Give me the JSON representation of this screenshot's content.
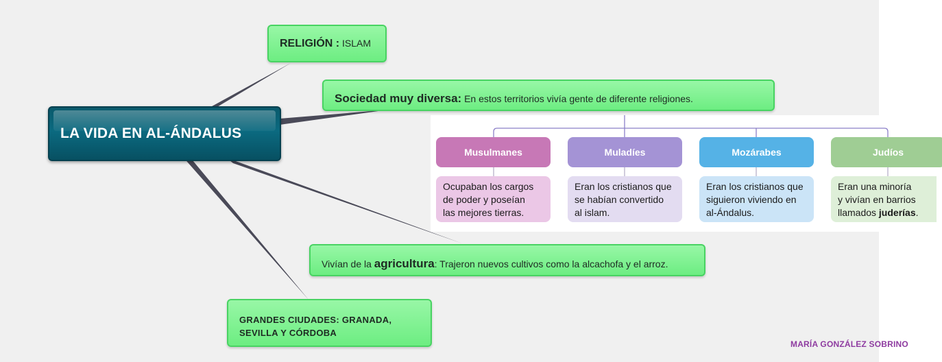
{
  "central": {
    "title": "LA VIDA EN AL-ÁNDALUS"
  },
  "religion": {
    "label": "RELIGIÓN :",
    "value": "ISLAM"
  },
  "sociedad": {
    "label": "Sociedad muy diversa:",
    "text": "En estos territorios vivía gente de diferente religiones."
  },
  "agricultura": {
    "prefix": "Vivían de la",
    "keyword": "agricultura",
    "suffix": ": Trajeron nuevos cultivos como la alcachofa y el arroz."
  },
  "ciudades": {
    "line1": "GRANDES CIUDADES: GRANADA,",
    "line2": "SEVILLA Y CÓRDOBA"
  },
  "groups": [
    {
      "name": "Musulmanes",
      "lines": [
        "Ocupaban los cargos",
        "de poder y poseían",
        "las mejores tierras."
      ],
      "head_color": "#c778b6",
      "body_color": "#ebc7e6"
    },
    {
      "name": "Muladíes",
      "lines": [
        "Eran los cristianos que",
        "se habían convertido",
        "al islam."
      ],
      "head_color": "#a493d5",
      "body_color": "#e3dcf1"
    },
    {
      "name": "Mozárabes",
      "lines": [
        "Eran los cristianos que",
        "siguieron viviendo en",
        "al-Ándalus."
      ],
      "head_color": "#55b2e6",
      "body_color": "#cbe4f7"
    },
    {
      "name": "Judíos",
      "lines": [
        "Eran una minoría",
        "y vivían en barrios",
        "llamados"
      ],
      "emph": "juderías",
      "end": ".",
      "head_color": "#9fcd94",
      "body_color": "#deefd8"
    }
  ],
  "credit": "MARÍA GONZÁLEZ SOBRINO",
  "colors": {
    "central": "#0b6a80",
    "node_green": "#7ef090",
    "connector": "#4a4a58",
    "tree_line": "#8b7fc8"
  }
}
